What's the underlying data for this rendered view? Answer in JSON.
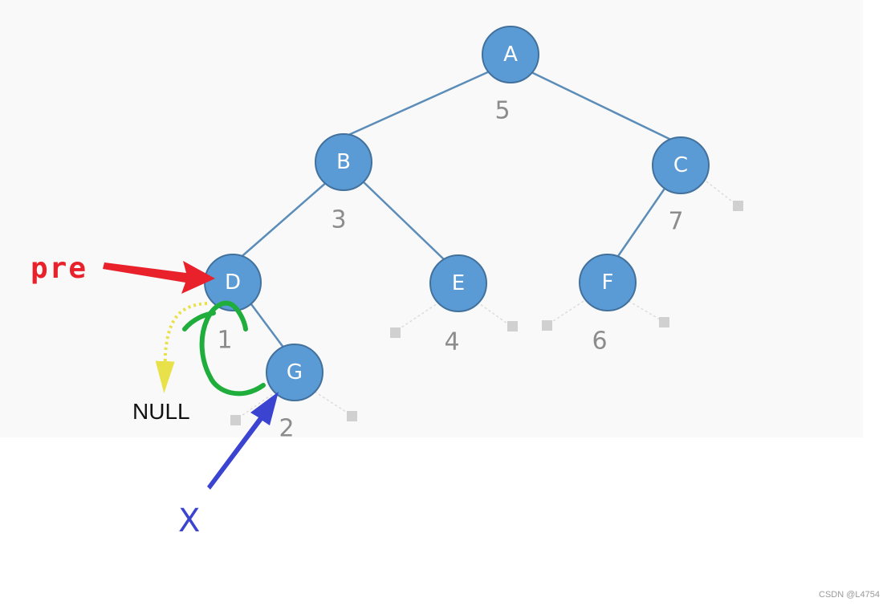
{
  "diagram": {
    "nodes": [
      {
        "id": "A",
        "label": "A",
        "order": "5"
      },
      {
        "id": "B",
        "label": "B",
        "order": "3"
      },
      {
        "id": "C",
        "label": "C",
        "order": "7"
      },
      {
        "id": "D",
        "label": "D",
        "order": "1"
      },
      {
        "id": "E",
        "label": "E",
        "order": "4"
      },
      {
        "id": "F",
        "label": "F",
        "order": "6"
      },
      {
        "id": "G",
        "label": "G",
        "order": "2"
      }
    ],
    "edges": [
      [
        "A",
        "B"
      ],
      [
        "A",
        "C"
      ],
      [
        "B",
        "D"
      ],
      [
        "B",
        "E"
      ],
      [
        "C",
        "F"
      ],
      [
        "D",
        "G"
      ]
    ]
  },
  "annotations": {
    "pre_label": "pre",
    "x_label": "X",
    "null_label": "NULL"
  },
  "colors": {
    "node_fill": "#5b9bd5",
    "pre_arrow": "#e8212b",
    "x_arrow": "#3b44d1",
    "thread_curve": "#1fad3c",
    "null_thread": "#e8e14a"
  },
  "watermark": "CSDN @L4754"
}
